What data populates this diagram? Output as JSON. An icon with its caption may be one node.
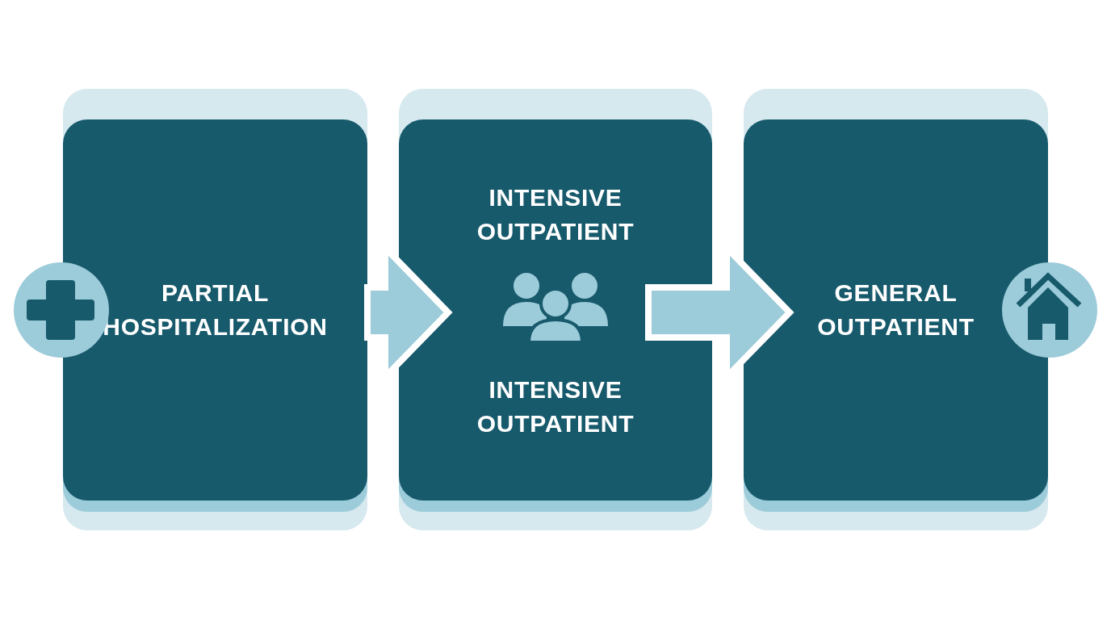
{
  "diagram": {
    "nodes": [
      {
        "text": [
          "PARTIAL HOSPITALIZATION"
        ]
      },
      {
        "text": [
          "INTENSIVE OUTPATIENT",
          "INTENSIVE OUTPATIENT"
        ]
      },
      {
        "text": [
          "GENERAL OUTPATIENT"
        ]
      }
    ],
    "edges": [
      {
        "from": 0,
        "to": 1,
        "arrow": "to"
      },
      {
        "from": 1,
        "to": 2,
        "arrow": "to"
      }
    ]
  }
}
